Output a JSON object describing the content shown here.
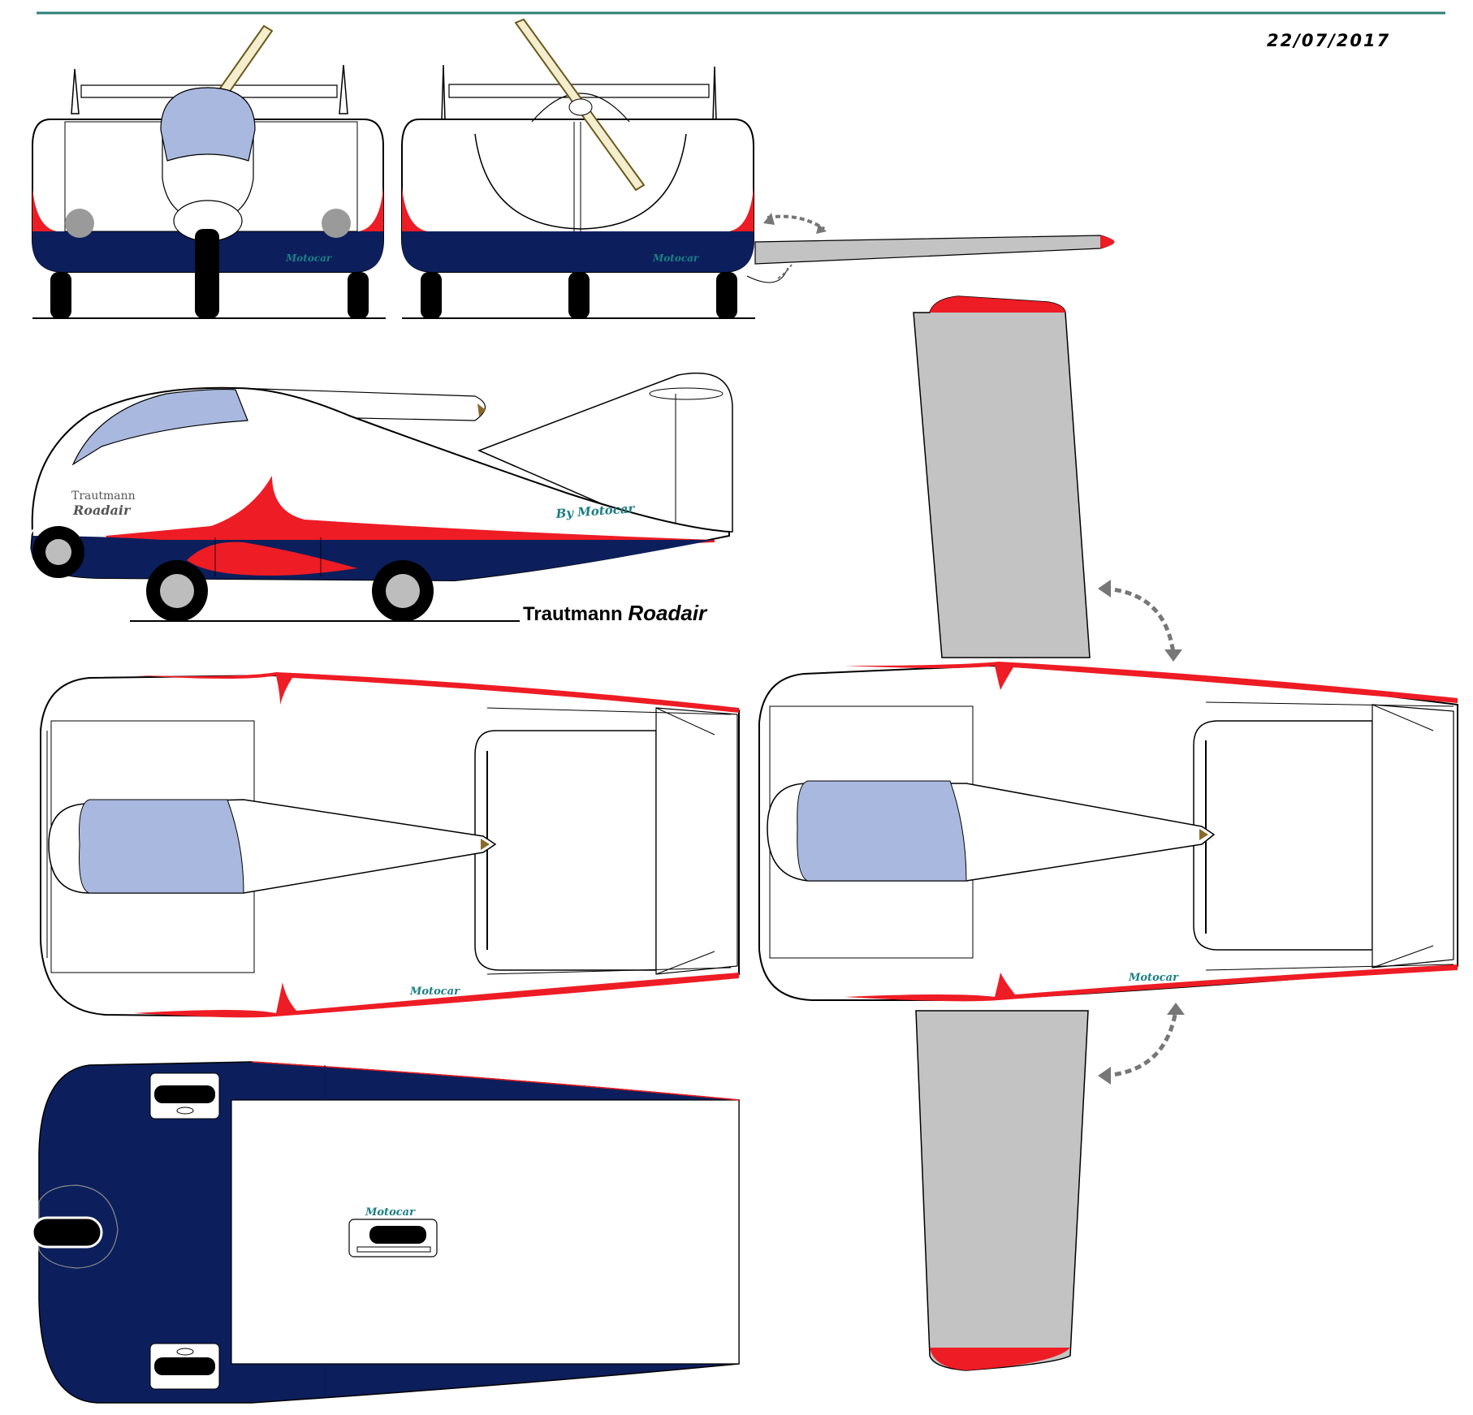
{
  "sheet": {
    "date": "22/07/2017",
    "caption_make": "Trautmann",
    "caption_model": "Roadair"
  },
  "labels": {
    "side_make": "Trautmann",
    "side_model": "Roadair",
    "side_brand": "By Motocar",
    "brand": "Motocar"
  },
  "colors": {
    "body_white": "#ffffff",
    "accent_red": "#ee1c24",
    "navy": "#0c1f5c",
    "canopy": "#a9b8de",
    "wing_gray": "#c3c3c3",
    "propeller": "#f4eecf",
    "brand_teal": "#1b7f86",
    "rule_teal": "#2e7f74"
  }
}
